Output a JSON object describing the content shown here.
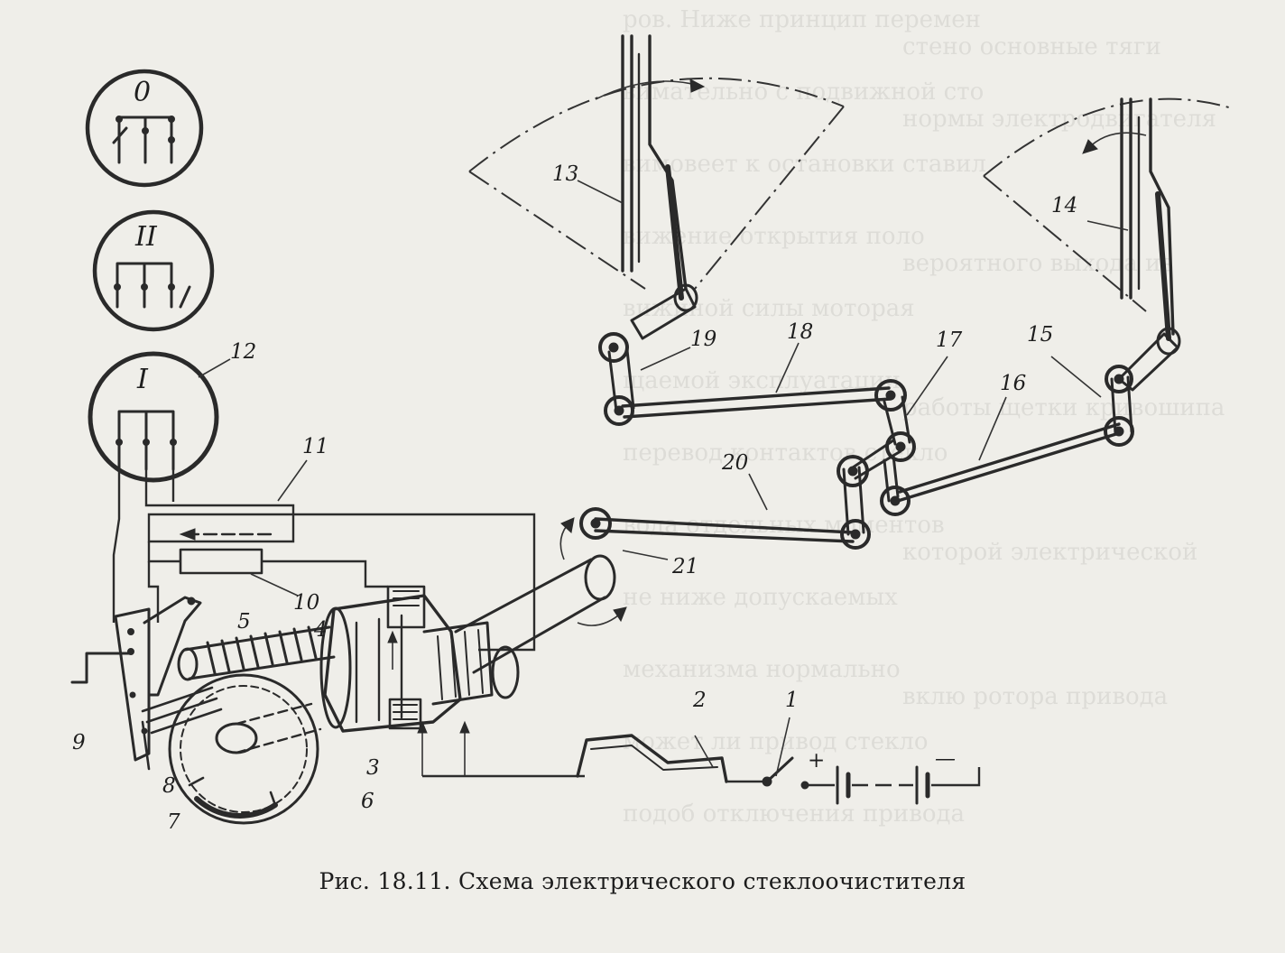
{
  "caption": {
    "figure_number": "Рис. 18.11.",
    "title": "Схема электрического стеклоочистителя"
  },
  "switch_positions": [
    "0",
    "II",
    "I"
  ],
  "callouts": [
    "1",
    "2",
    "3",
    "4",
    "5",
    "6",
    "7",
    "8",
    "9",
    "10",
    "11",
    "12",
    "13",
    "14",
    "15",
    "16",
    "17",
    "18",
    "19",
    "20",
    "21"
  ],
  "battery": {
    "plus": "+",
    "minus": "—"
  },
  "colors": {
    "ink": "#2a2a2a",
    "paper": "#efeee9"
  }
}
